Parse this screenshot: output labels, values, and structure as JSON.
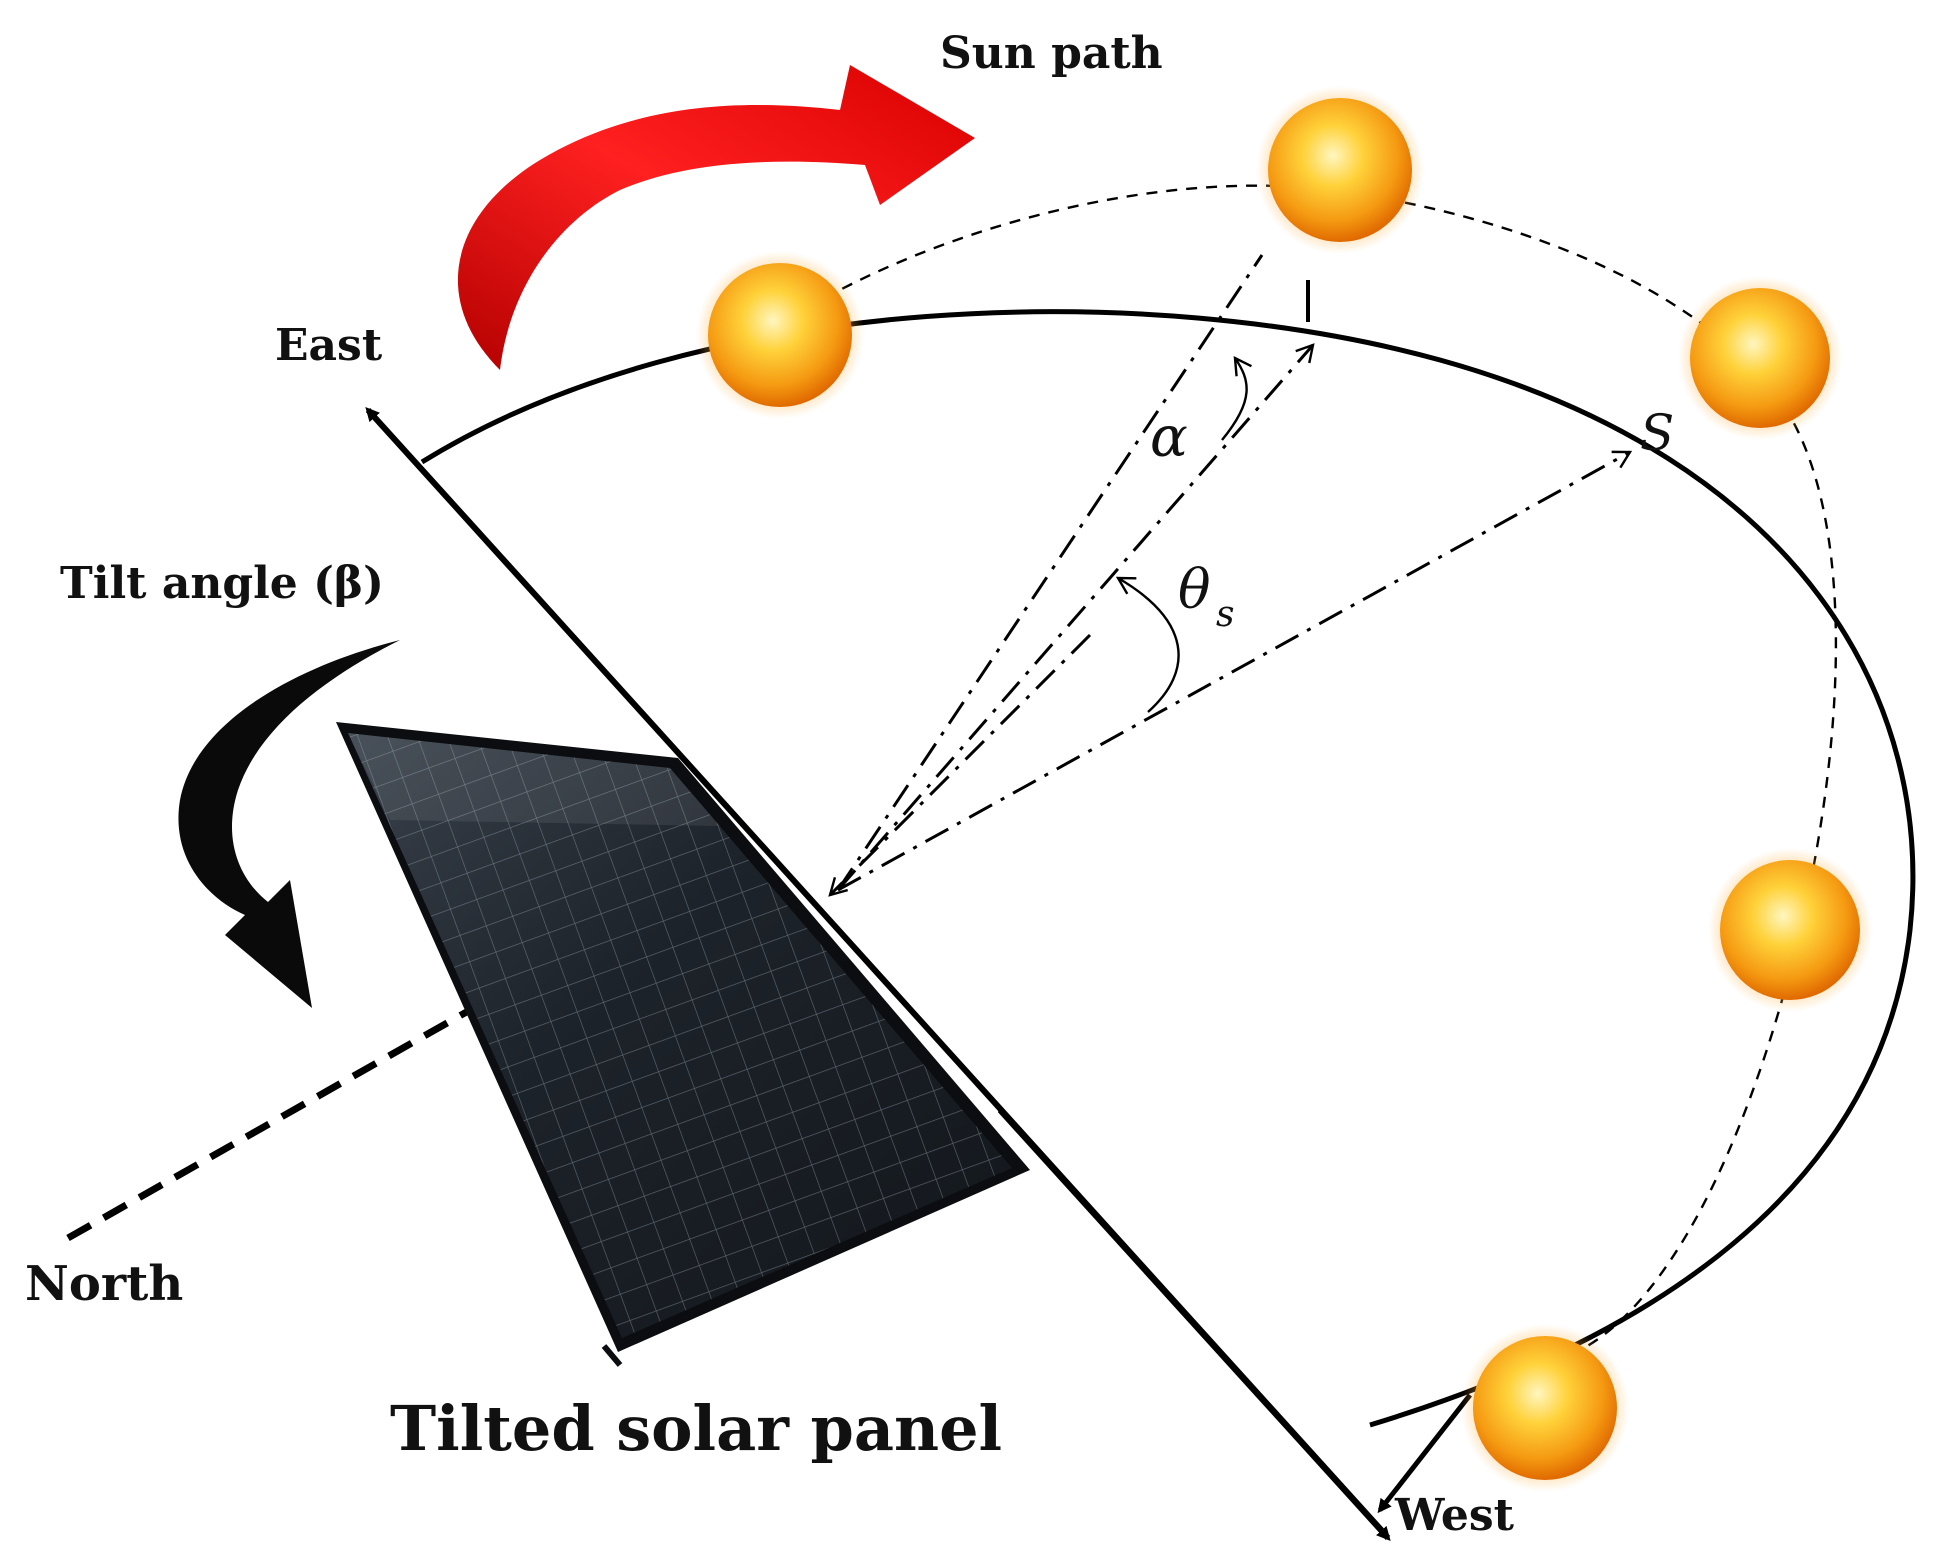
{
  "labels": {
    "sun_path": "Sun path",
    "east": "East",
    "west": "West",
    "north": "North",
    "tilt_angle": "Tilt angle (β)",
    "panel_title": "Tilted solar panel",
    "s_point": "S",
    "alpha": "α",
    "theta": "θ",
    "theta_sub": "s"
  },
  "colors": {
    "sun_path_arrow": "#e31212",
    "tilt_arrow": "#0a0a0a",
    "panel_cell": "#1c2128",
    "panel_frame": "#0b0d10",
    "sun_core": "#ffd23a",
    "sun_edge": "#f07a00"
  },
  "icons": [
    "sun-icon",
    "solar-panel-icon",
    "curved-arrow-icon"
  ]
}
